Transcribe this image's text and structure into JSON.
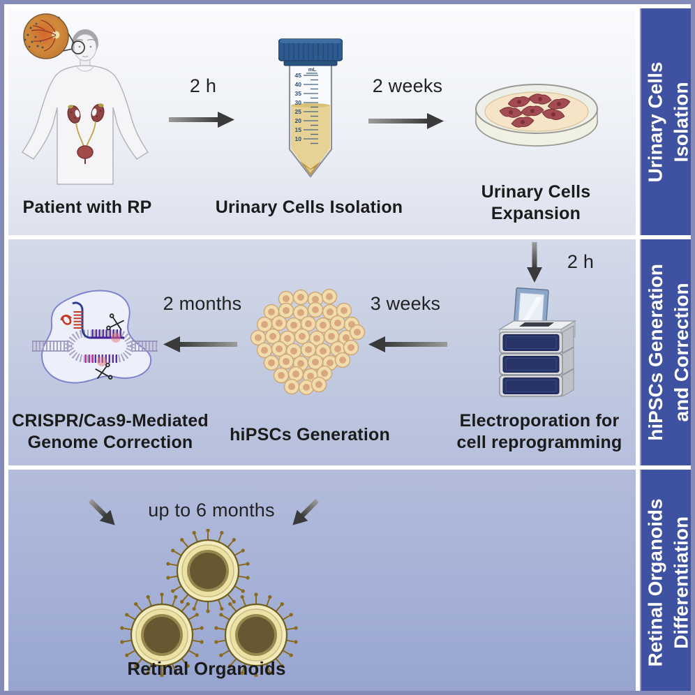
{
  "figure": {
    "sections": [
      {
        "label_line1": "Urinary Cells",
        "label_line2": "Isolation"
      },
      {
        "label_line1": "hiPSCs Generation",
        "label_line2": "and Correction"
      },
      {
        "label_line1": "Retinal Organoids",
        "label_line2": "Differentiation"
      }
    ],
    "row1": {
      "patient_label": "Patient with RP",
      "step1_time": "2 h",
      "tube_label": "Urinary Cells Isolation",
      "step2_time": "2 weeks",
      "dish_label_line1": "Urinary Cells",
      "dish_label_line2": "Expansion",
      "tube_unit": "mL",
      "tube_scale": [
        "45",
        "40",
        "35",
        "30",
        "25",
        "20",
        "15",
        "10"
      ]
    },
    "row2": {
      "step3_time": "2 h",
      "electroporation_label_line1": "Electroporation for",
      "electroporation_label_line2": "cell reprogramming",
      "step4_time": "3 weeks",
      "hipsc_label": "hiPSCs Generation",
      "step5_time": "2 months",
      "crispr_label_line1": "CRISPR/Cas9-Mediated",
      "crispr_label_line2": "Genome Correction"
    },
    "row3": {
      "step6_time": "up to 6 months",
      "organoids_label": "Retinal Organoids"
    },
    "colors": {
      "sidebar_blue": "#3f51a1",
      "frame_border": "#858bb8",
      "arrow": "#3a3a3a",
      "label_text": "#1b1b1b",
      "urine_yellow": "#e6d294",
      "cap_blue": "#2e5a8f",
      "device_navy": "#283468",
      "organoid_core": "#665831"
    }
  }
}
